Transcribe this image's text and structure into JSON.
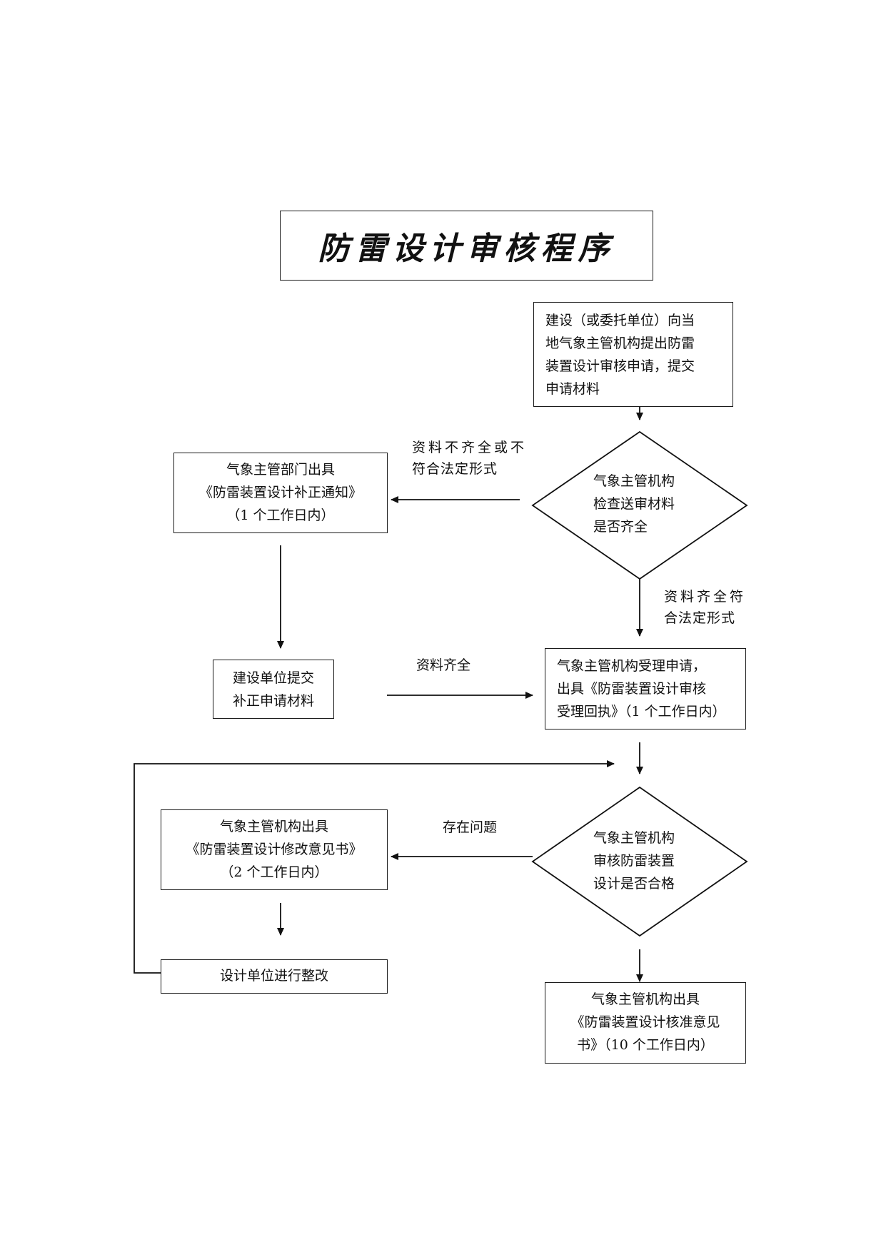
{
  "title": "防雷设计审核程序",
  "nodes": {
    "apply": [
      "建设（或委托单位）向当",
      "地气象主管机构提出防雷",
      "装置设计审核申请，提交",
      "申请材料"
    ],
    "check": [
      "气象主管机构",
      "检查送审材料",
      "是否齐全"
    ],
    "correction_notice": [
      "气象主管部门出具",
      "《防雷装置设计补正通知》",
      "（1 个工作日内）"
    ],
    "resubmit": [
      "建设单位提交",
      "补正申请材料"
    ],
    "accept": [
      "气象主管机构受理申请，",
      "出具《防雷装置设计审核",
      "受理回执》（1 个工作日内）"
    ],
    "review": [
      "气象主管机构",
      "审核防雷装置",
      "设计是否合格"
    ],
    "modify_opinion": [
      "气象主管机构出具",
      "《防雷装置设计修改意见书》",
      "（2 个工作日内）"
    ],
    "rectify": [
      "设计单位进行整改"
    ],
    "approve": [
      "气象主管机构出具",
      "《防雷装置设计核准意见",
      "书》（10 个工作日内）"
    ]
  },
  "labels": {
    "incomplete": [
      "资料不齐全或不",
      "符合法定形式"
    ],
    "complete_legal": [
      "资料齐全符",
      "合法定形式"
    ],
    "complete": "资料齐全",
    "has_problem": "存在问题"
  }
}
